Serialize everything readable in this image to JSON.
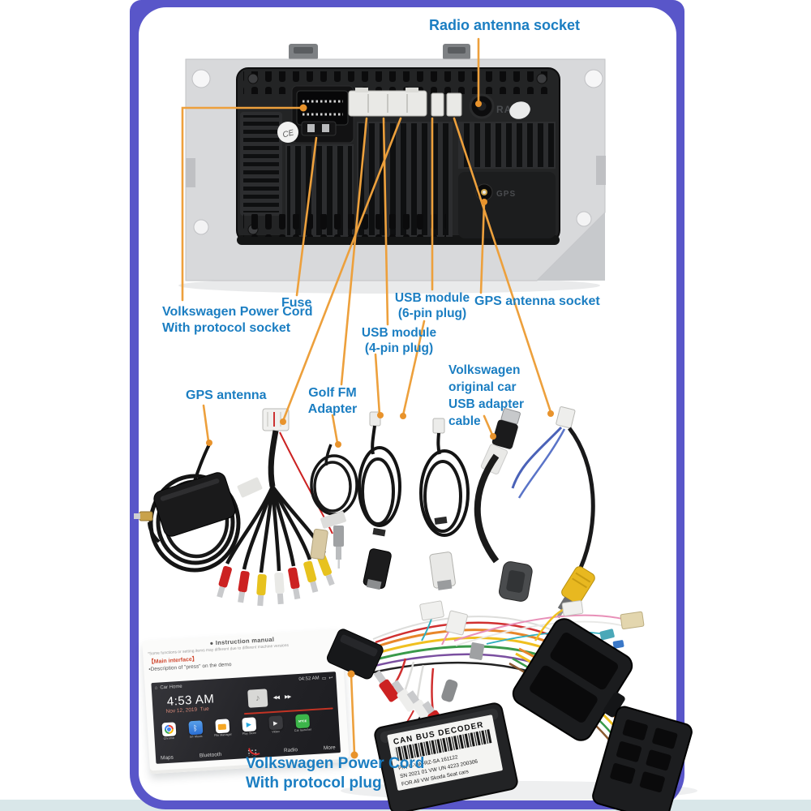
{
  "palette": {
    "frame_border": "#5956c9",
    "card": "#ffffff",
    "footer_strip": "#d9e7e9",
    "annotation_text": "#1b7ec2",
    "leader_line": "#eda03c"
  },
  "annotations": {
    "radio_antenna_socket": "Radio antenna socket",
    "vw_power_cord_socket": [
      "Volkswagen Power Cord",
      "With protocol socket"
    ],
    "fuse": "Fuse",
    "usb_module_4pin": [
      "USB module",
      "(4-pin plug)"
    ],
    "usb_module_6pin": [
      "USB module",
      "(6-pin plug)"
    ],
    "gps_antenna_socket": "GPS antenna socket",
    "gps_antenna": "GPS antenna",
    "golf_fm_adapter": [
      "Golf FM",
      "Adapter"
    ],
    "vw_usb_adapter": [
      "Volkswagen",
      "original car",
      "USB adapter",
      "cable"
    ],
    "vw_power_cord_plug": [
      "Volkswagen Power Cord",
      "With protocol plug"
    ]
  },
  "head_unit": {
    "radio_label": "RADIO",
    "gps_label": "GPS",
    "ce_mark": "CE"
  },
  "decoder": {
    "title": "CAN BUS DECODER",
    "pn_line": "P/N G-VW-RZ-SA  161122",
    "sn_line": "SN 2021 01 VW UN 4223  200306",
    "for_line": "FOR All VW Skoda Seat cars"
  },
  "tablet": {
    "manual_title": "Instruction manual",
    "manual_note": "*Some functions or setting items may different due to different machine versions",
    "manual_section": "【Main interface】",
    "manual_desc": "•Description of \"press\" on the demo",
    "status_app": "Car Home",
    "status_time": "04:52 AM",
    "clock": "4:53 AM",
    "date": "Nov 12, 2019",
    "day": "Tue",
    "car_icon_text": "MTCE",
    "apps": [
      {
        "label": "Chrome"
      },
      {
        "label": "BT Music"
      },
      {
        "label": "File Manager"
      },
      {
        "label": "Play Store"
      },
      {
        "label": "Video"
      },
      {
        "label": "Car launcher"
      }
    ],
    "dock": [
      "Maps",
      "Bluetooth",
      "Radio",
      "More"
    ]
  },
  "icons": {
    "home": "⌂",
    "window": "▭",
    "back": "↩",
    "bullet": "●",
    "note": "♪",
    "prev": "◀◀",
    "next": "▶▶",
    "bt_rune": "ᛒ",
    "play": "▶"
  }
}
